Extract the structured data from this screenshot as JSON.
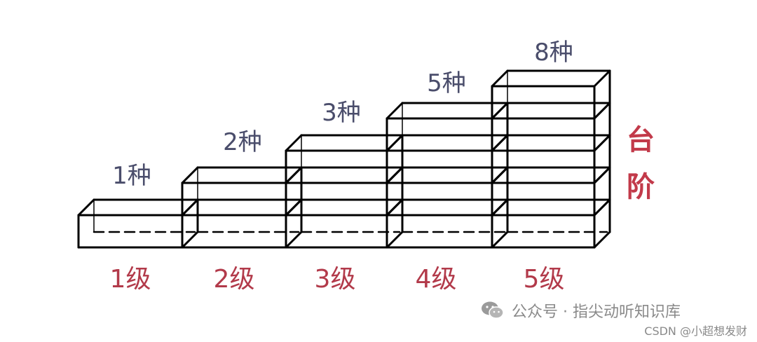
{
  "diagram": {
    "step_counts": [
      "1种",
      "2种",
      "3种",
      "5种",
      "8种"
    ],
    "level_labels": [
      "1级",
      "2级",
      "3级",
      "4级",
      "5级"
    ],
    "side_label": [
      "台",
      "阶"
    ],
    "colors": {
      "ink": "#000000",
      "count_text": "#4a4d6b",
      "level_text": "#b23a4a",
      "side_text": "#c23a4a"
    }
  },
  "watermark": {
    "icon": "wechat-icon",
    "text": "公众号 · 指尖动听知识库"
  },
  "credit": "CSDN @小超想发财"
}
